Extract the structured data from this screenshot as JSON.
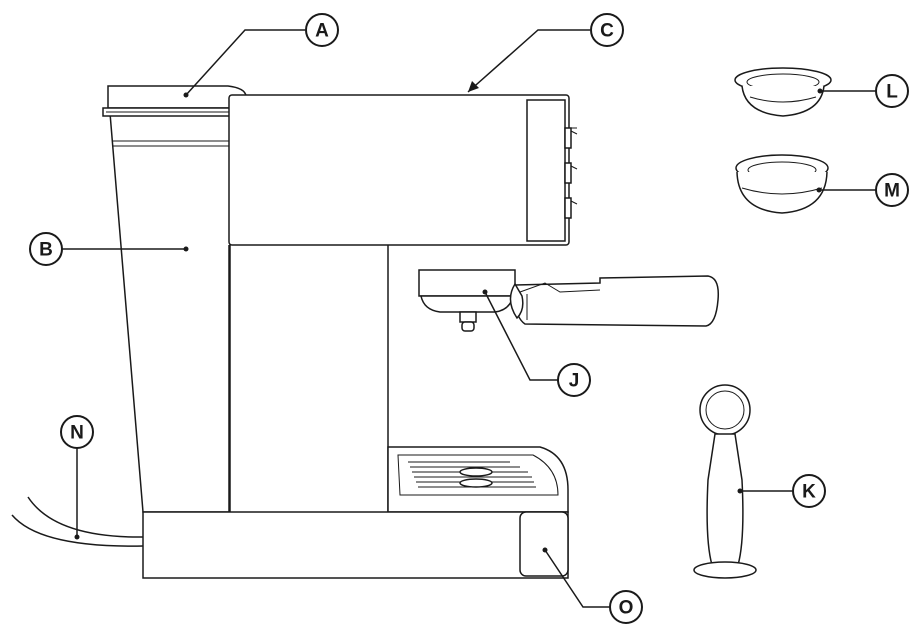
{
  "labels": {
    "A": "A",
    "B": "B",
    "C": "C",
    "J": "J",
    "K": "K",
    "L": "L",
    "M": "M",
    "N": "N",
    "O": "O"
  },
  "colors": {
    "ink": "#1a1a1a",
    "background": "#ffffff"
  }
}
